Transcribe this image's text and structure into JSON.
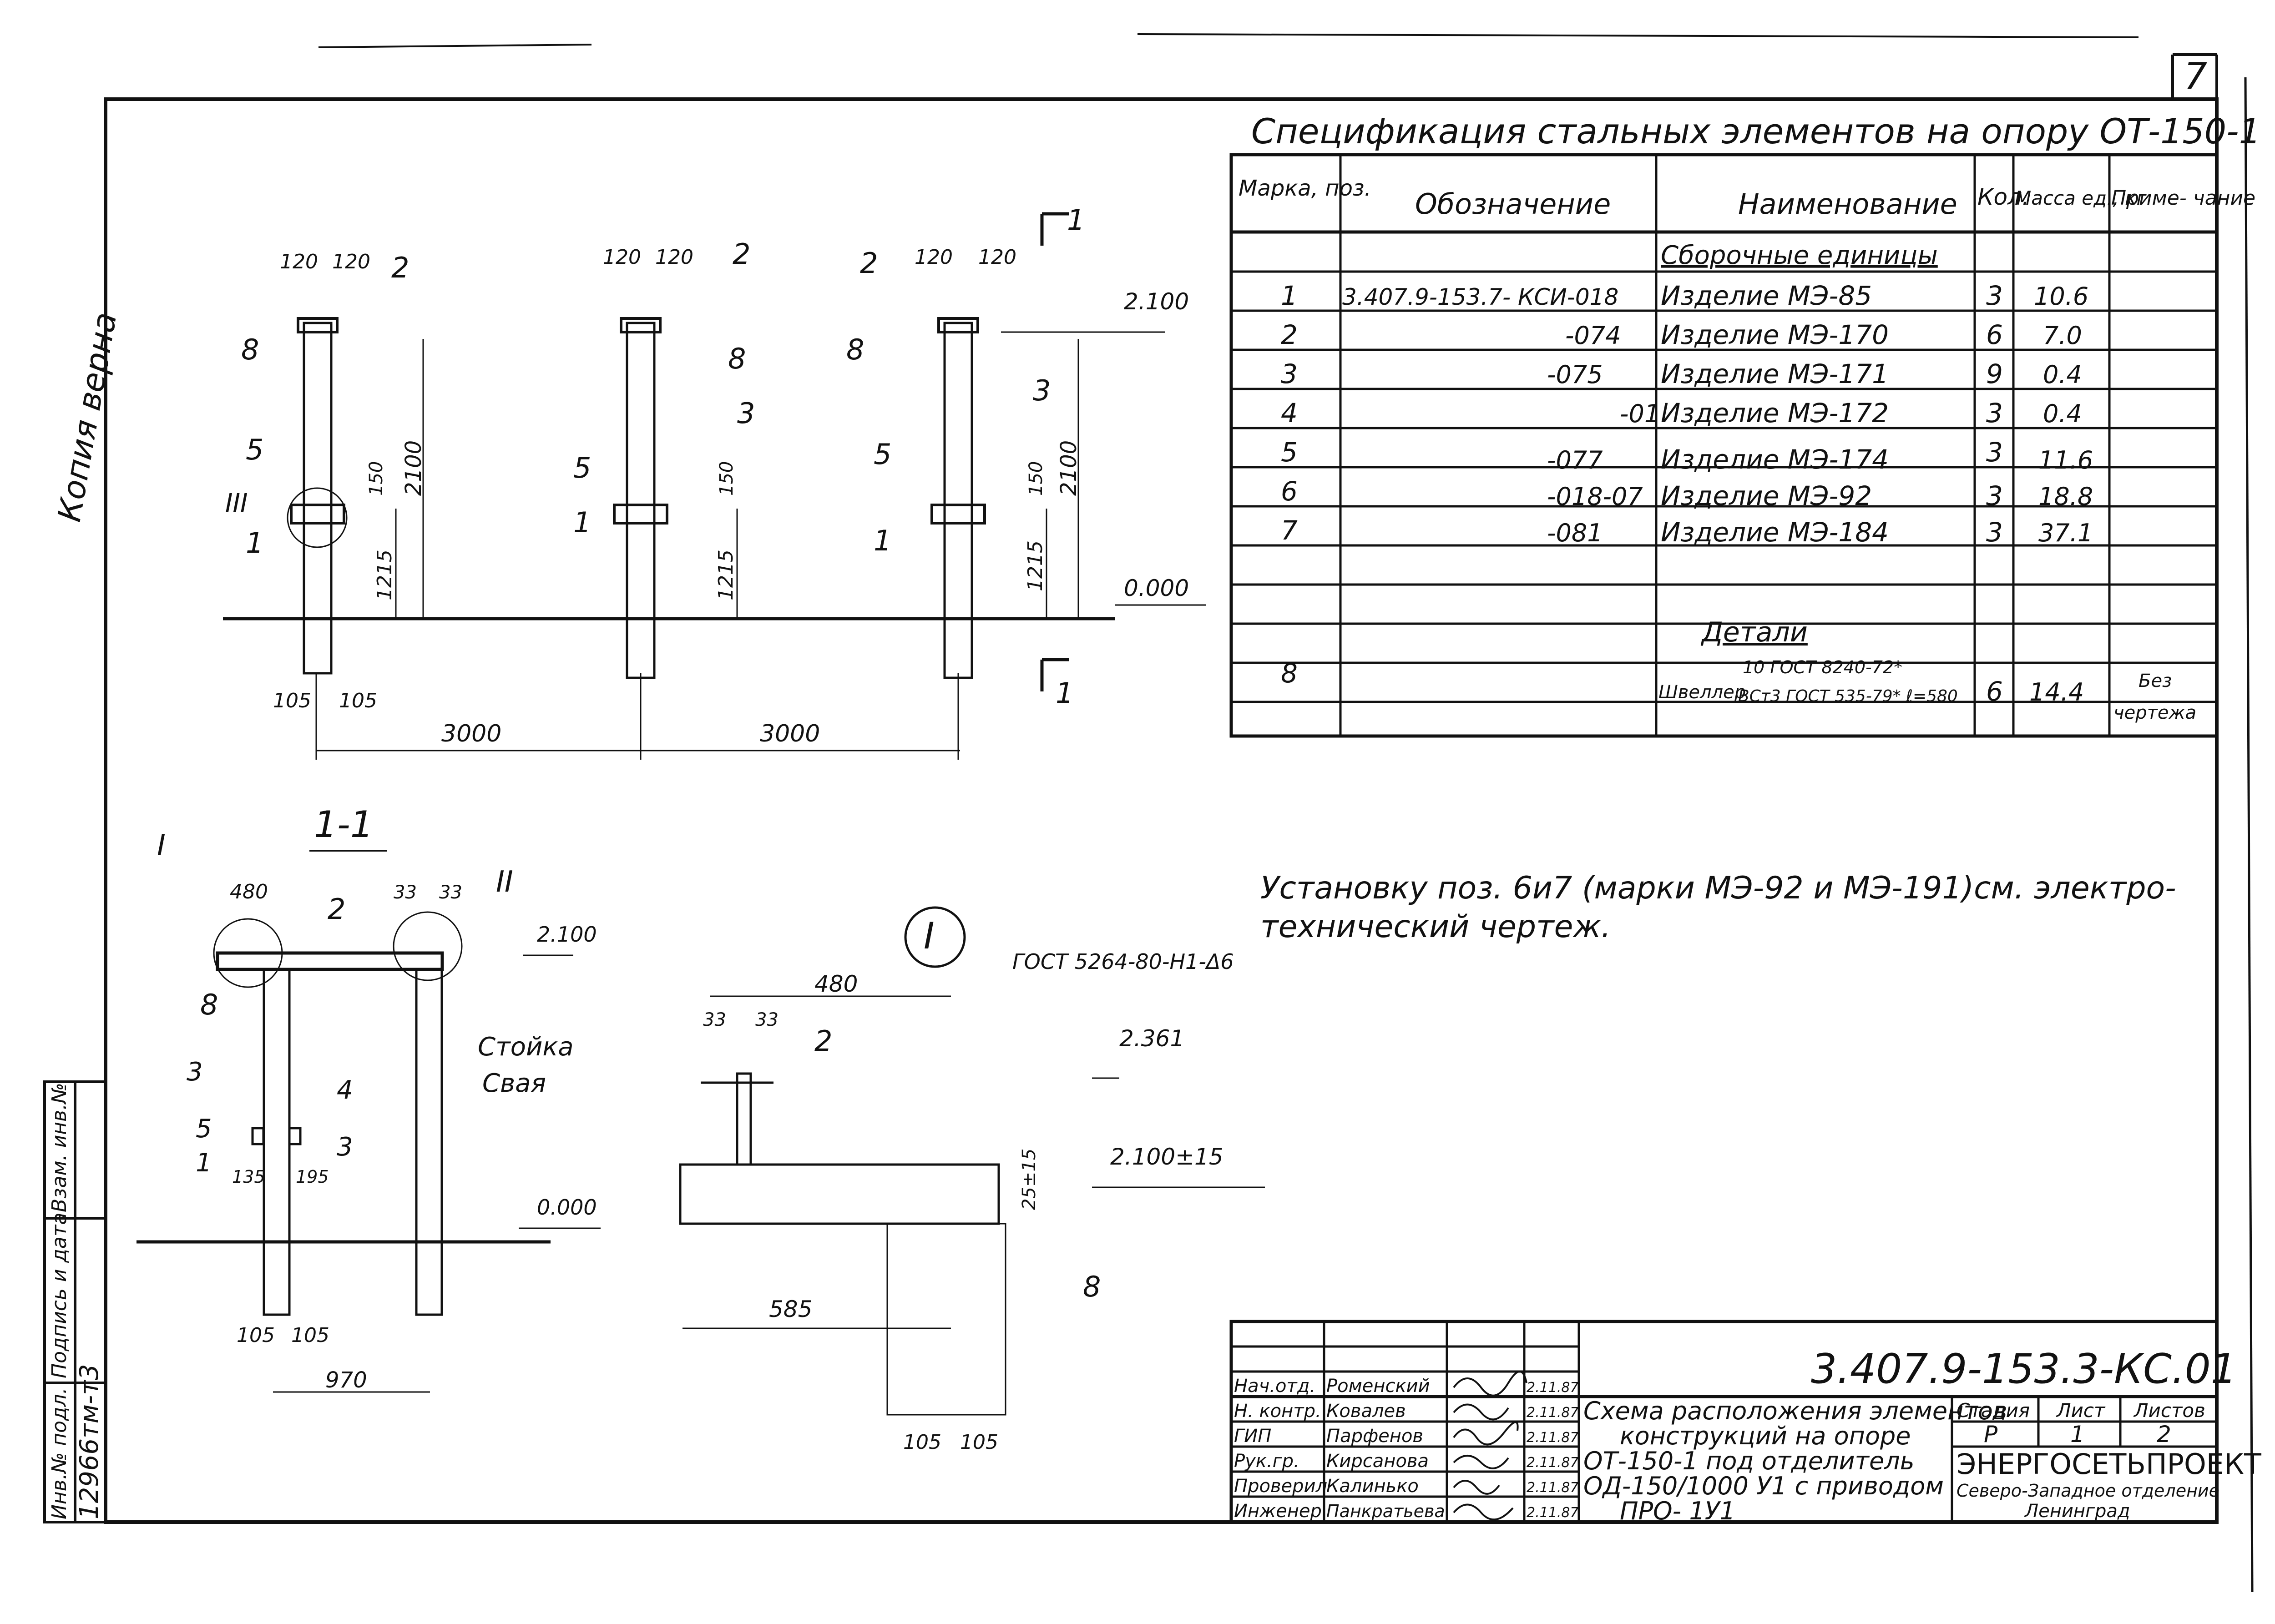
{
  "sheet": {
    "page_number": "7",
    "margin_note_lines": [
      "Копия верна"
    ]
  },
  "elevation": {
    "dims_top": [
      "120",
      "120"
    ],
    "dim_150": "150",
    "dim_2100": "2100",
    "dim_1215": "1215",
    "dim_105": "105",
    "dim_3000": "3000",
    "level_2100": "2.100",
    "level_0000": "0.000",
    "section_mark": "1",
    "roman_3": "III",
    "pos_labels": [
      "1",
      "2",
      "3",
      "5",
      "8"
    ]
  },
  "section_1_1": {
    "title": "1-1",
    "roman_1": "I",
    "roman_2": "II",
    "dim_480": "480",
    "dim_33": "33",
    "level_2100": "2.100",
    "level_0000": "0.000",
    "dim_135": "135",
    "dim_195": "195",
    "dim_105": "105",
    "dim_970": "970",
    "label_stoika": "Стойка",
    "label_svaya": "Свая",
    "pos_labels": [
      "1",
      "2",
      "3",
      "3",
      "4",
      "5",
      "8"
    ]
  },
  "detail_I": {
    "mark": "I",
    "weld_note": "ГОСТ 5264-80-Н1-Δ6",
    "dim_480": "480",
    "dim_33": "33",
    "level_2361": "2.361",
    "level_2100": "2.100±15",
    "dim_25": "25±15",
    "dim_585": "585",
    "dim_105": "105",
    "pos_labels": [
      "2",
      "8"
    ]
  },
  "spec": {
    "title": "Спецификация стальных элементов на опору ОТ-150-1",
    "headers": [
      "Марка, поз.",
      "Обозначение",
      "Наименование",
      "Кол.",
      "Масса ед., кг",
      "Приме- чание"
    ],
    "group_assembly": "Сборочные единицы",
    "group_details": "Детали",
    "rows": [
      {
        "pos": "1",
        "code": "3.407.9-153.7- КСИ-018",
        "name": "Изделие МЭ-85",
        "qty": "3",
        "mass": "10.6",
        "note": ""
      },
      {
        "pos": "2",
        "code": "-074",
        "name": "Изделие МЭ-170",
        "qty": "6",
        "mass": "7.0",
        "note": ""
      },
      {
        "pos": "3",
        "code": "-075",
        "name": "Изделие МЭ-171",
        "qty": "9",
        "mass": "0.4",
        "note": ""
      },
      {
        "pos": "4",
        "code": "-01",
        "name": "Изделие МЭ-172",
        "qty": "3",
        "mass": "0.4",
        "note": ""
      },
      {
        "pos": "5",
        "code": "-077",
        "name": "Изделие МЭ-174",
        "qty": "3",
        "mass": "11.6",
        "note": ""
      },
      {
        "pos": "6",
        "code": "-018-07",
        "name": "Изделие МЭ-92",
        "qty": "3",
        "mass": "18.8",
        "note": ""
      },
      {
        "pos": "7",
        "code": "-081",
        "name": "Изделие МЭ-184",
        "qty": "3",
        "mass": "37.1",
        "note": ""
      }
    ],
    "detail_row": {
      "pos": "8",
      "name_top": "10 ГОСТ 8240-72*",
      "name_prefix": "Швеллер",
      "name_bottom": "ВСт3 ГОСТ 535-79* ℓ=580",
      "qty": "6",
      "mass": "14.4",
      "note_1": "Без",
      "note_2": "чертежа"
    }
  },
  "note": {
    "line1": "Установку поз. 6и7 (марки МЭ-92 и МЭ-191)см. электро-",
    "line2": "технический чертеж."
  },
  "title_block": {
    "doc_code": "3.407.9-153.3-КС.01",
    "title_lines": [
      "Схема расположения элементов",
      "конструкций на опоре",
      "ОТ-150-1 под отделитель",
      "ОД-150/1000 У1 с приводом",
      "ПРО- 1У1"
    ],
    "stage_header": "Стадия",
    "sheet_header": "Лист",
    "sheets_header": "Листов",
    "stage": "Р",
    "sheet": "1",
    "sheets": "2",
    "org_name": "ЭНЕРГОСЕТЬПРОЕКТ",
    "org_branch": "Северо-Западное отделение",
    "org_city": "Ленинград",
    "staff": [
      {
        "role": "Нач.отд.",
        "name": "Роменский",
        "date": "2.11.87"
      },
      {
        "role": "Н. контр.",
        "name": "Ковалев",
        "date": "2.11.87"
      },
      {
        "role": "ГИП",
        "name": "Парфенов",
        "date": "2.11.87"
      },
      {
        "role": "Рук.гр.",
        "name": "Кирсанова",
        "date": "2.11.87"
      },
      {
        "role": "Проверил",
        "name": "Калинько",
        "date": "2.11.87"
      },
      {
        "role": "Инженер",
        "name": "Панкратьева",
        "date": "2.11.87"
      }
    ]
  },
  "left_strip": {
    "labels": [
      "Взам. инв.№",
      "Подпись и дата",
      "Инв.№ подл."
    ],
    "inv_number": "12966тм-т3"
  }
}
